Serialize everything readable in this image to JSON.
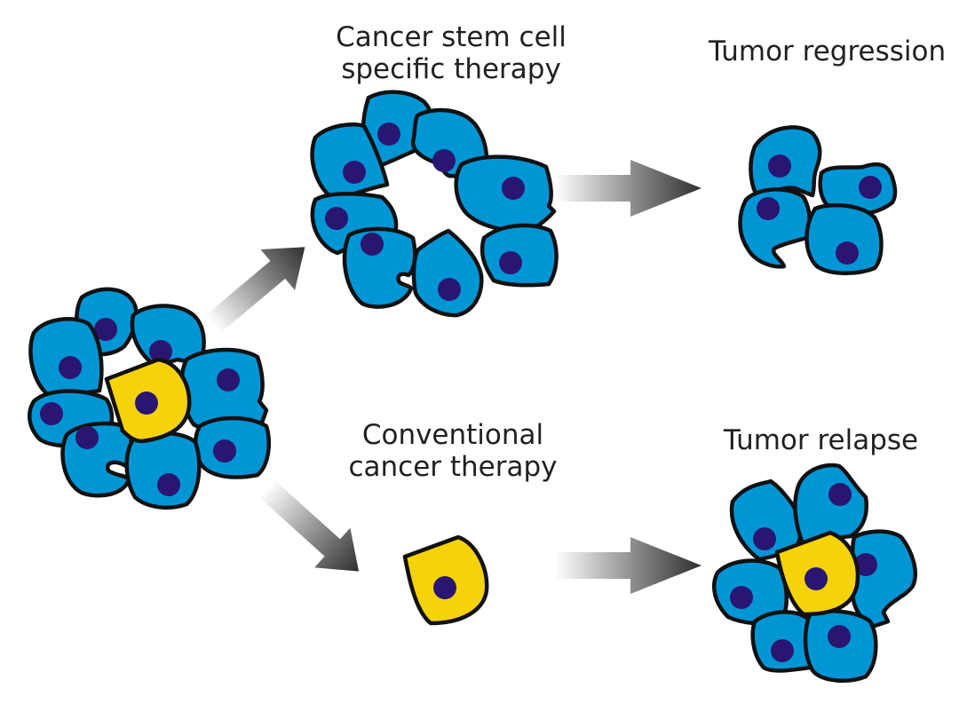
{
  "title": "Cancer stem cell therapy vs conventional cancer therapy",
  "colors": {
    "tumor_cell": "#0096d6",
    "stem_cell": "#f5d20a",
    "nucleus": "#2a1670",
    "outline": "#111111",
    "arrow_dark": "#3a3a3a",
    "arrow_light": "#ffffff",
    "text": "#231f20"
  },
  "labels": {
    "csc_therapy_line1": "Cancer stem cell",
    "csc_therapy_line2": "specific therapy",
    "tumor_regression": "Tumor regression",
    "conventional_line1": "Conventional",
    "conventional_line2": "cancer therapy",
    "tumor_relapse": "Tumor relapse"
  },
  "nodes": [
    {
      "id": "initial-tumor",
      "description": "Tumor with blue tumor cells surrounding one yellow cancer stem cell",
      "cells": {
        "tumor": 8,
        "stem": 1
      }
    },
    {
      "id": "csc-treated-tumor",
      "description": "Ring of blue tumor cells with stem cell removed",
      "cells": {
        "tumor": 8,
        "stem": 0
      }
    },
    {
      "id": "regressed-tumor",
      "description": "Small cluster of blue tumor cells",
      "cells": {
        "tumor": 4,
        "stem": 0
      }
    },
    {
      "id": "surviving-stem-cell",
      "description": "Single yellow cancer stem cell remaining",
      "cells": {
        "tumor": 0,
        "stem": 1
      }
    },
    {
      "id": "relapsed-tumor",
      "description": "Regrown tumor around yellow stem cell",
      "cells": {
        "tumor": 6,
        "stem": 1
      }
    }
  ],
  "edges": [
    {
      "from": "initial-tumor",
      "to": "csc-treated-tumor",
      "label": "Cancer stem cell specific therapy"
    },
    {
      "from": "csc-treated-tumor",
      "to": "regressed-tumor",
      "label": "Tumor regression"
    },
    {
      "from": "initial-tumor",
      "to": "surviving-stem-cell",
      "label": "Conventional cancer therapy"
    },
    {
      "from": "surviving-stem-cell",
      "to": "relapsed-tumor",
      "label": "Tumor relapse"
    }
  ]
}
